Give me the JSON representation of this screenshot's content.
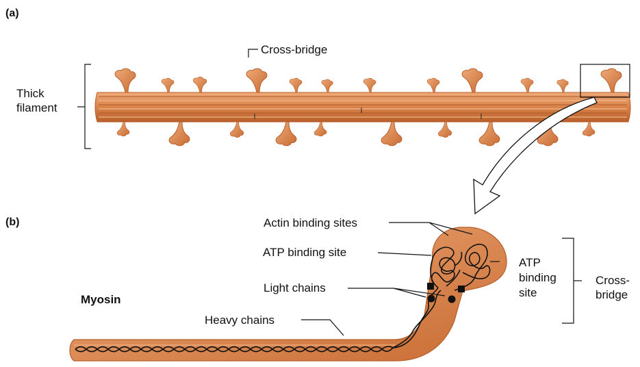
{
  "figure": {
    "panel_a": "(a)",
    "panel_b": "(b)",
    "labels_a": {
      "thick_filament_line1": "Thick",
      "thick_filament_line2": "filament",
      "cross_bridge": "Cross-bridge"
    },
    "labels_b": {
      "myosin": "Myosin",
      "actin_binding_sites": "Actin binding sites",
      "atp_binding_site_left": "ATP binding site",
      "light_chains": "Light chains",
      "heavy_chains": "Heavy chains",
      "atp_right_line1": "ATP",
      "atp_right_line2": "binding",
      "atp_right_line3": "site",
      "cross_bridge_line1": "Cross-",
      "cross_bridge_line2": "bridge"
    },
    "colors": {
      "filament": "#d9834a",
      "filament_dark": "#b85e2a",
      "filament_light": "#eeaa78",
      "ink": "#111111"
    }
  }
}
